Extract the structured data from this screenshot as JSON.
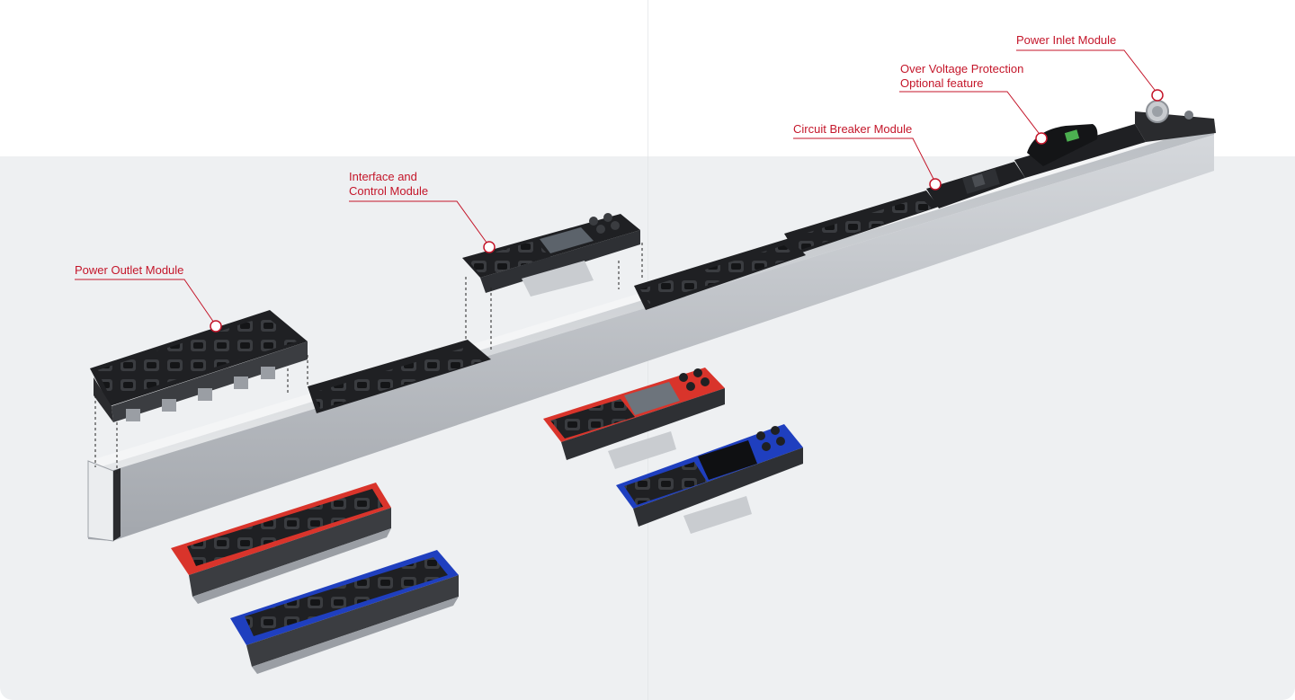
{
  "colors": {
    "accent": "#c4162a",
    "background_band": "#eef0f2",
    "rail_light": "#e3e5e8",
    "rail_dark": "#a9adb3",
    "module_black": "#1f2023",
    "module_red": "#d9342b",
    "module_blue": "#1f3fbf"
  },
  "callouts": {
    "power_inlet": {
      "lines": [
        "Power Inlet Module"
      ]
    },
    "over_voltage": {
      "lines": [
        "Over Voltage Protection",
        "Optional feature"
      ]
    },
    "circuit_breaker": {
      "lines": [
        "Circuit Breaker Module"
      ]
    },
    "interface_control": {
      "lines": [
        "Interface and",
        "Control Module"
      ]
    },
    "power_outlet": {
      "lines": [
        "Power Outlet Module"
      ]
    }
  },
  "icons": {
    "callout_marker": "circle-marker-icon",
    "outlet": "c13-socket-icon",
    "display": "lcd-screen-icon",
    "keypad": "four-button-keypad-icon"
  }
}
